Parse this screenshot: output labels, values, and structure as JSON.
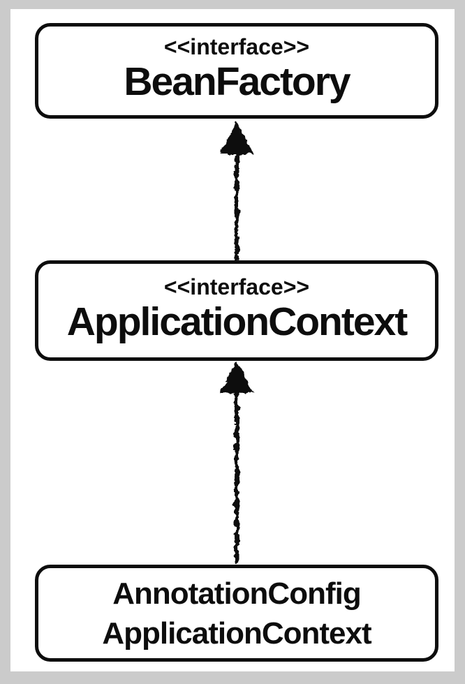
{
  "diagram": {
    "kind": "uml-class-hierarchy",
    "colors": {
      "frame": "#cbcbcb",
      "canvas": "#ffffff",
      "stroke": "#111111",
      "text": "#0d0d0d"
    },
    "nodes": [
      {
        "stereotype": "<<interface>>",
        "name": "BeanFactory"
      },
      {
        "stereotype": "<<interface>>",
        "name": "ApplicationContext"
      },
      {
        "name_line1": "AnnotationConfig",
        "name_line2": "ApplicationContext"
      }
    ],
    "edges": [
      {
        "from": "ApplicationContext",
        "to": "BeanFactory",
        "type": "inheritance-arrow-up"
      },
      {
        "from": "AnnotationConfigApplicationContext",
        "to": "ApplicationContext",
        "type": "inheritance-arrow-up"
      }
    ]
  }
}
